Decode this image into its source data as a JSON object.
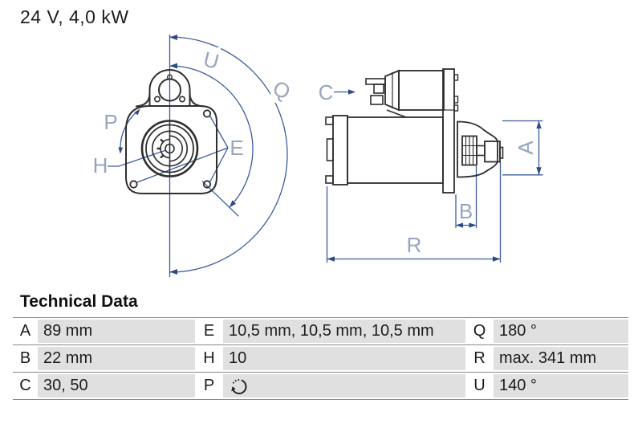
{
  "header": {
    "title": "24 V, 4,0 kW"
  },
  "drawing": {
    "labels": {
      "u": "U",
      "q": "Q",
      "p": "P",
      "h": "H",
      "e": "E",
      "c": "C",
      "a": "A",
      "b": "B",
      "r": "R"
    },
    "colors": {
      "dimension_line": "#3c5c9e",
      "dimension_label": "#97a5bd",
      "outline": "#2e2e2e"
    }
  },
  "technical_data": {
    "heading": "Technical Data",
    "rows": [
      {
        "cells": [
          {
            "key": "A",
            "value": "89 mm"
          },
          {
            "key": "E",
            "value": "10,5 mm, 10,5 mm, 10,5 mm"
          },
          {
            "key": "Q",
            "value": "180 °"
          }
        ]
      },
      {
        "cells": [
          {
            "key": "B",
            "value": "22 mm"
          },
          {
            "key": "H",
            "value": "10"
          },
          {
            "key": "R",
            "value": "max. 341 mm"
          }
        ]
      },
      {
        "cells": [
          {
            "key": "C",
            "value": "30, 50"
          },
          {
            "key": "P",
            "value": "",
            "icon": "counterclockwise-rotation-icon"
          },
          {
            "key": "U",
            "value": "140 °"
          }
        ]
      }
    ],
    "styles": {
      "cell_background": "#e0e0e0",
      "separator": "#8a8a8a"
    }
  }
}
